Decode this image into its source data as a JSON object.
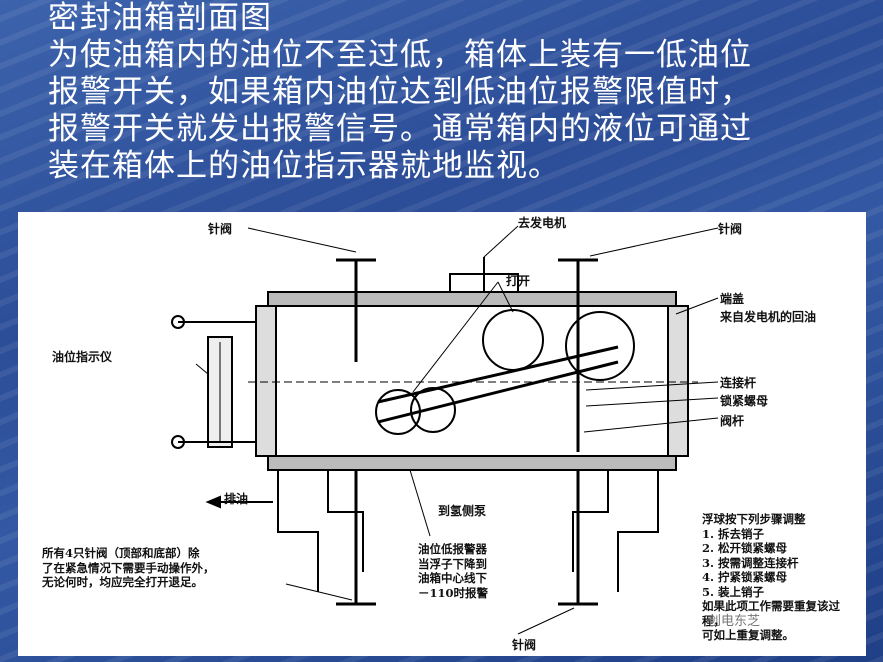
{
  "slide": {
    "title": "密封油箱剖面图",
    "description_lines": [
      "为使油箱内的油位不至过低，箱体上装有一低油位",
      "报警开关，如果箱内油位达到低油位报警限值时，",
      "报警开关就发出报警信号。通常箱内的液位可通过",
      "装在箱体上的油位指示器就地监视。"
    ]
  },
  "diagram": {
    "labels": {
      "needle_valve_top_left": "针阀",
      "to_generator": "去发电机",
      "needle_valve_top_right": "针阀",
      "open": "打开",
      "end_cover": "端盖",
      "return_oil": "来自发电机的回油",
      "level_indicator": "油位指示仪",
      "connecting_rod": "连接杆",
      "lock_nut": "锁紧螺母",
      "valve_stem": "阀杆",
      "drain": "排油",
      "to_seal_pump": "到氢侧泵",
      "needle_valve_bottom": "针阀"
    },
    "notes": {
      "needle_valve_note": [
        "所有4只针阀（顶部和底部）除",
        "了在紧急情况下需要手动操作外，",
        "无论何时，均应完全打开退足。"
      ],
      "alarm_note": [
        "油位低报警器",
        "当浮子下降到",
        "油箱中心线下",
        "－110时报警"
      ],
      "float_steps": [
        "浮球按下列步骤调整",
        "1. 拆去销子",
        "2. 松开锁紧螺母",
        "3. 按需调整连接杆",
        "4. 拧紧锁紧螺母",
        "5. 装上销子",
        "   如果此项工作需要重复该过程，",
        "   可如上重复调整。"
      ]
    },
    "watermark": "创电东芝"
  }
}
